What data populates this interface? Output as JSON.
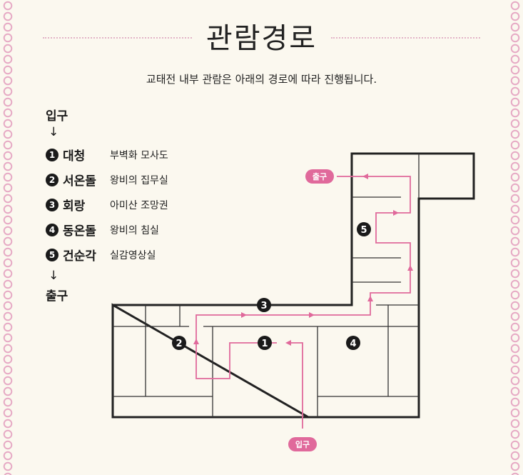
{
  "title": "관람경로",
  "subtitle": "교태전 내부 관람은 아래의 경로에 따라 진행됩니다.",
  "route": {
    "entry": "입구",
    "exit": "출구",
    "arrow": "↓",
    "stops": [
      {
        "num": "1",
        "name": "대청",
        "desc": "부벽화 모사도"
      },
      {
        "num": "2",
        "name": "서온돌",
        "desc": "왕비의 집무실"
      },
      {
        "num": "3",
        "name": "회랑",
        "desc": "아미산 조망권"
      },
      {
        "num": "4",
        "name": "동온돌",
        "desc": "왕비의 침실"
      },
      {
        "num": "5",
        "name": "건순각",
        "desc": "실감영상실"
      }
    ]
  },
  "map": {
    "entrance_label": "입구",
    "exit_label": "출구",
    "markers": [
      "1",
      "2",
      "3",
      "4",
      "5"
    ]
  },
  "colors": {
    "accent": "#e0699b",
    "wall": "#222222",
    "background": "#fbf8ef",
    "border_pattern": "#e6a9c4"
  }
}
